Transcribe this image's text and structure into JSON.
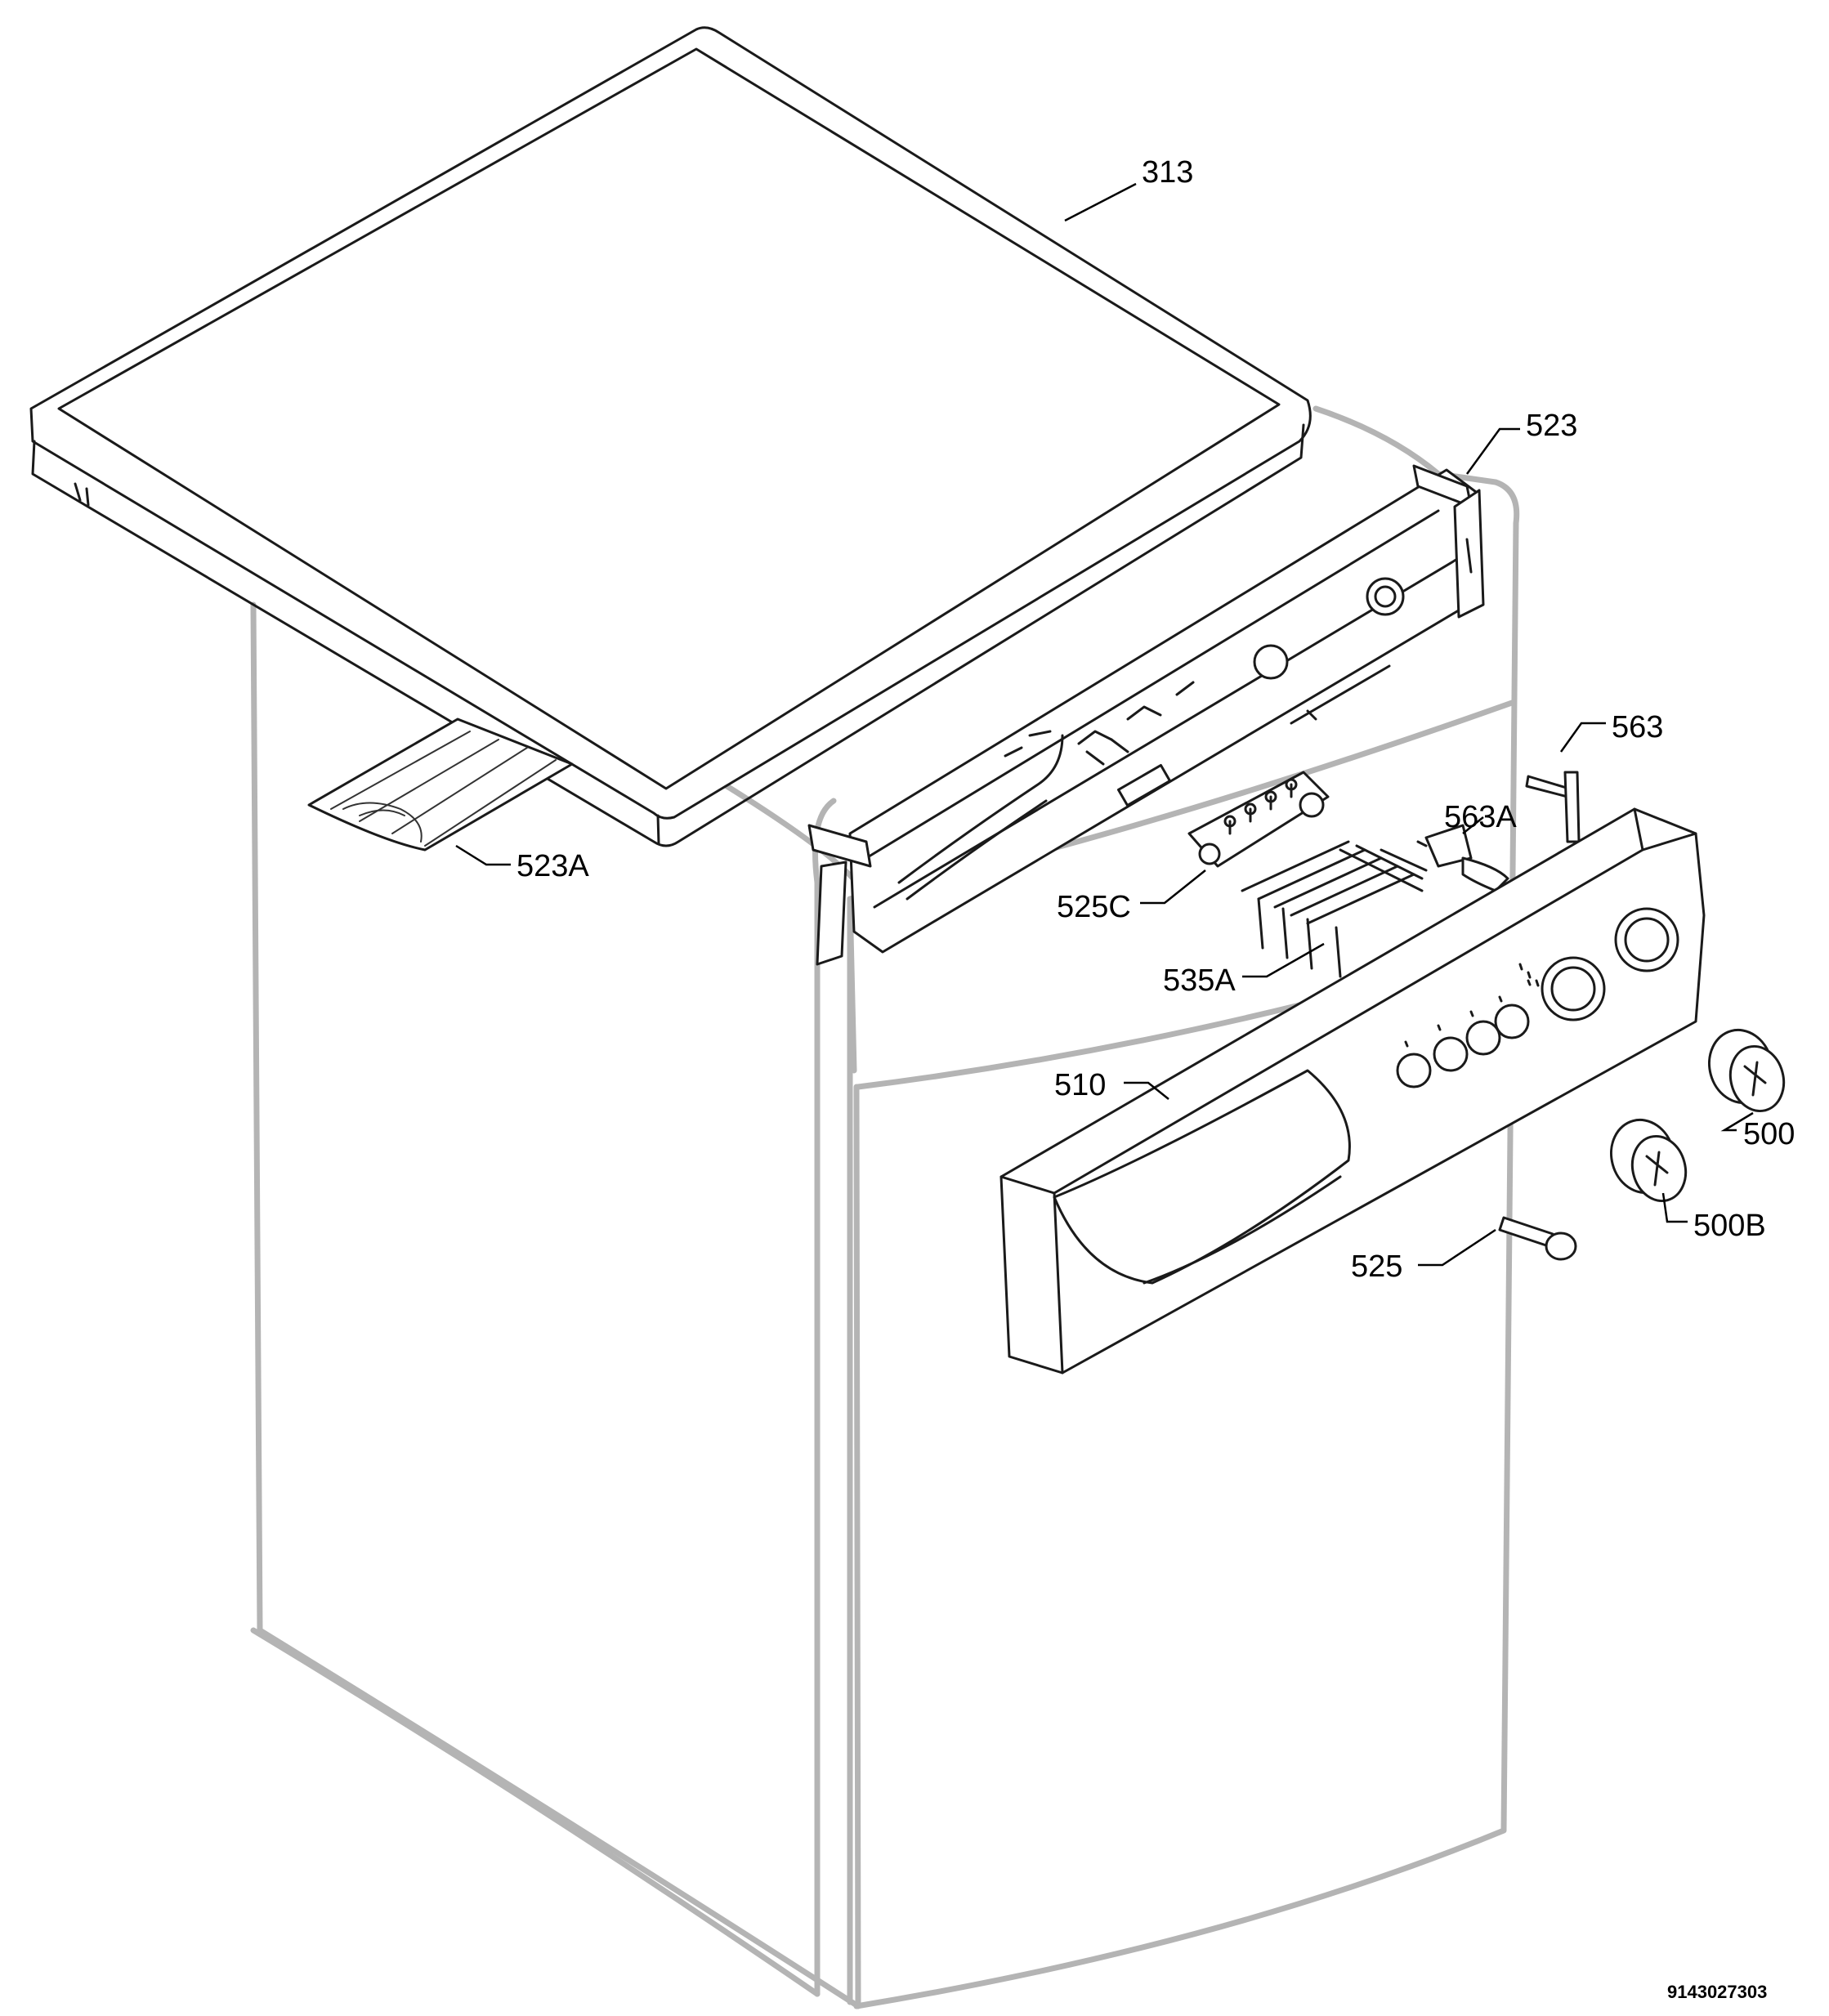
{
  "labels": {
    "l313": "313",
    "l523": "523",
    "l523A": "523A",
    "l563": "563",
    "l563A": "563A",
    "l525C": "525C",
    "l535A": "535A",
    "l510": "510",
    "l500": "500",
    "l500B": "500B",
    "l525": "525"
  },
  "drawing_code": "9143027303"
}
